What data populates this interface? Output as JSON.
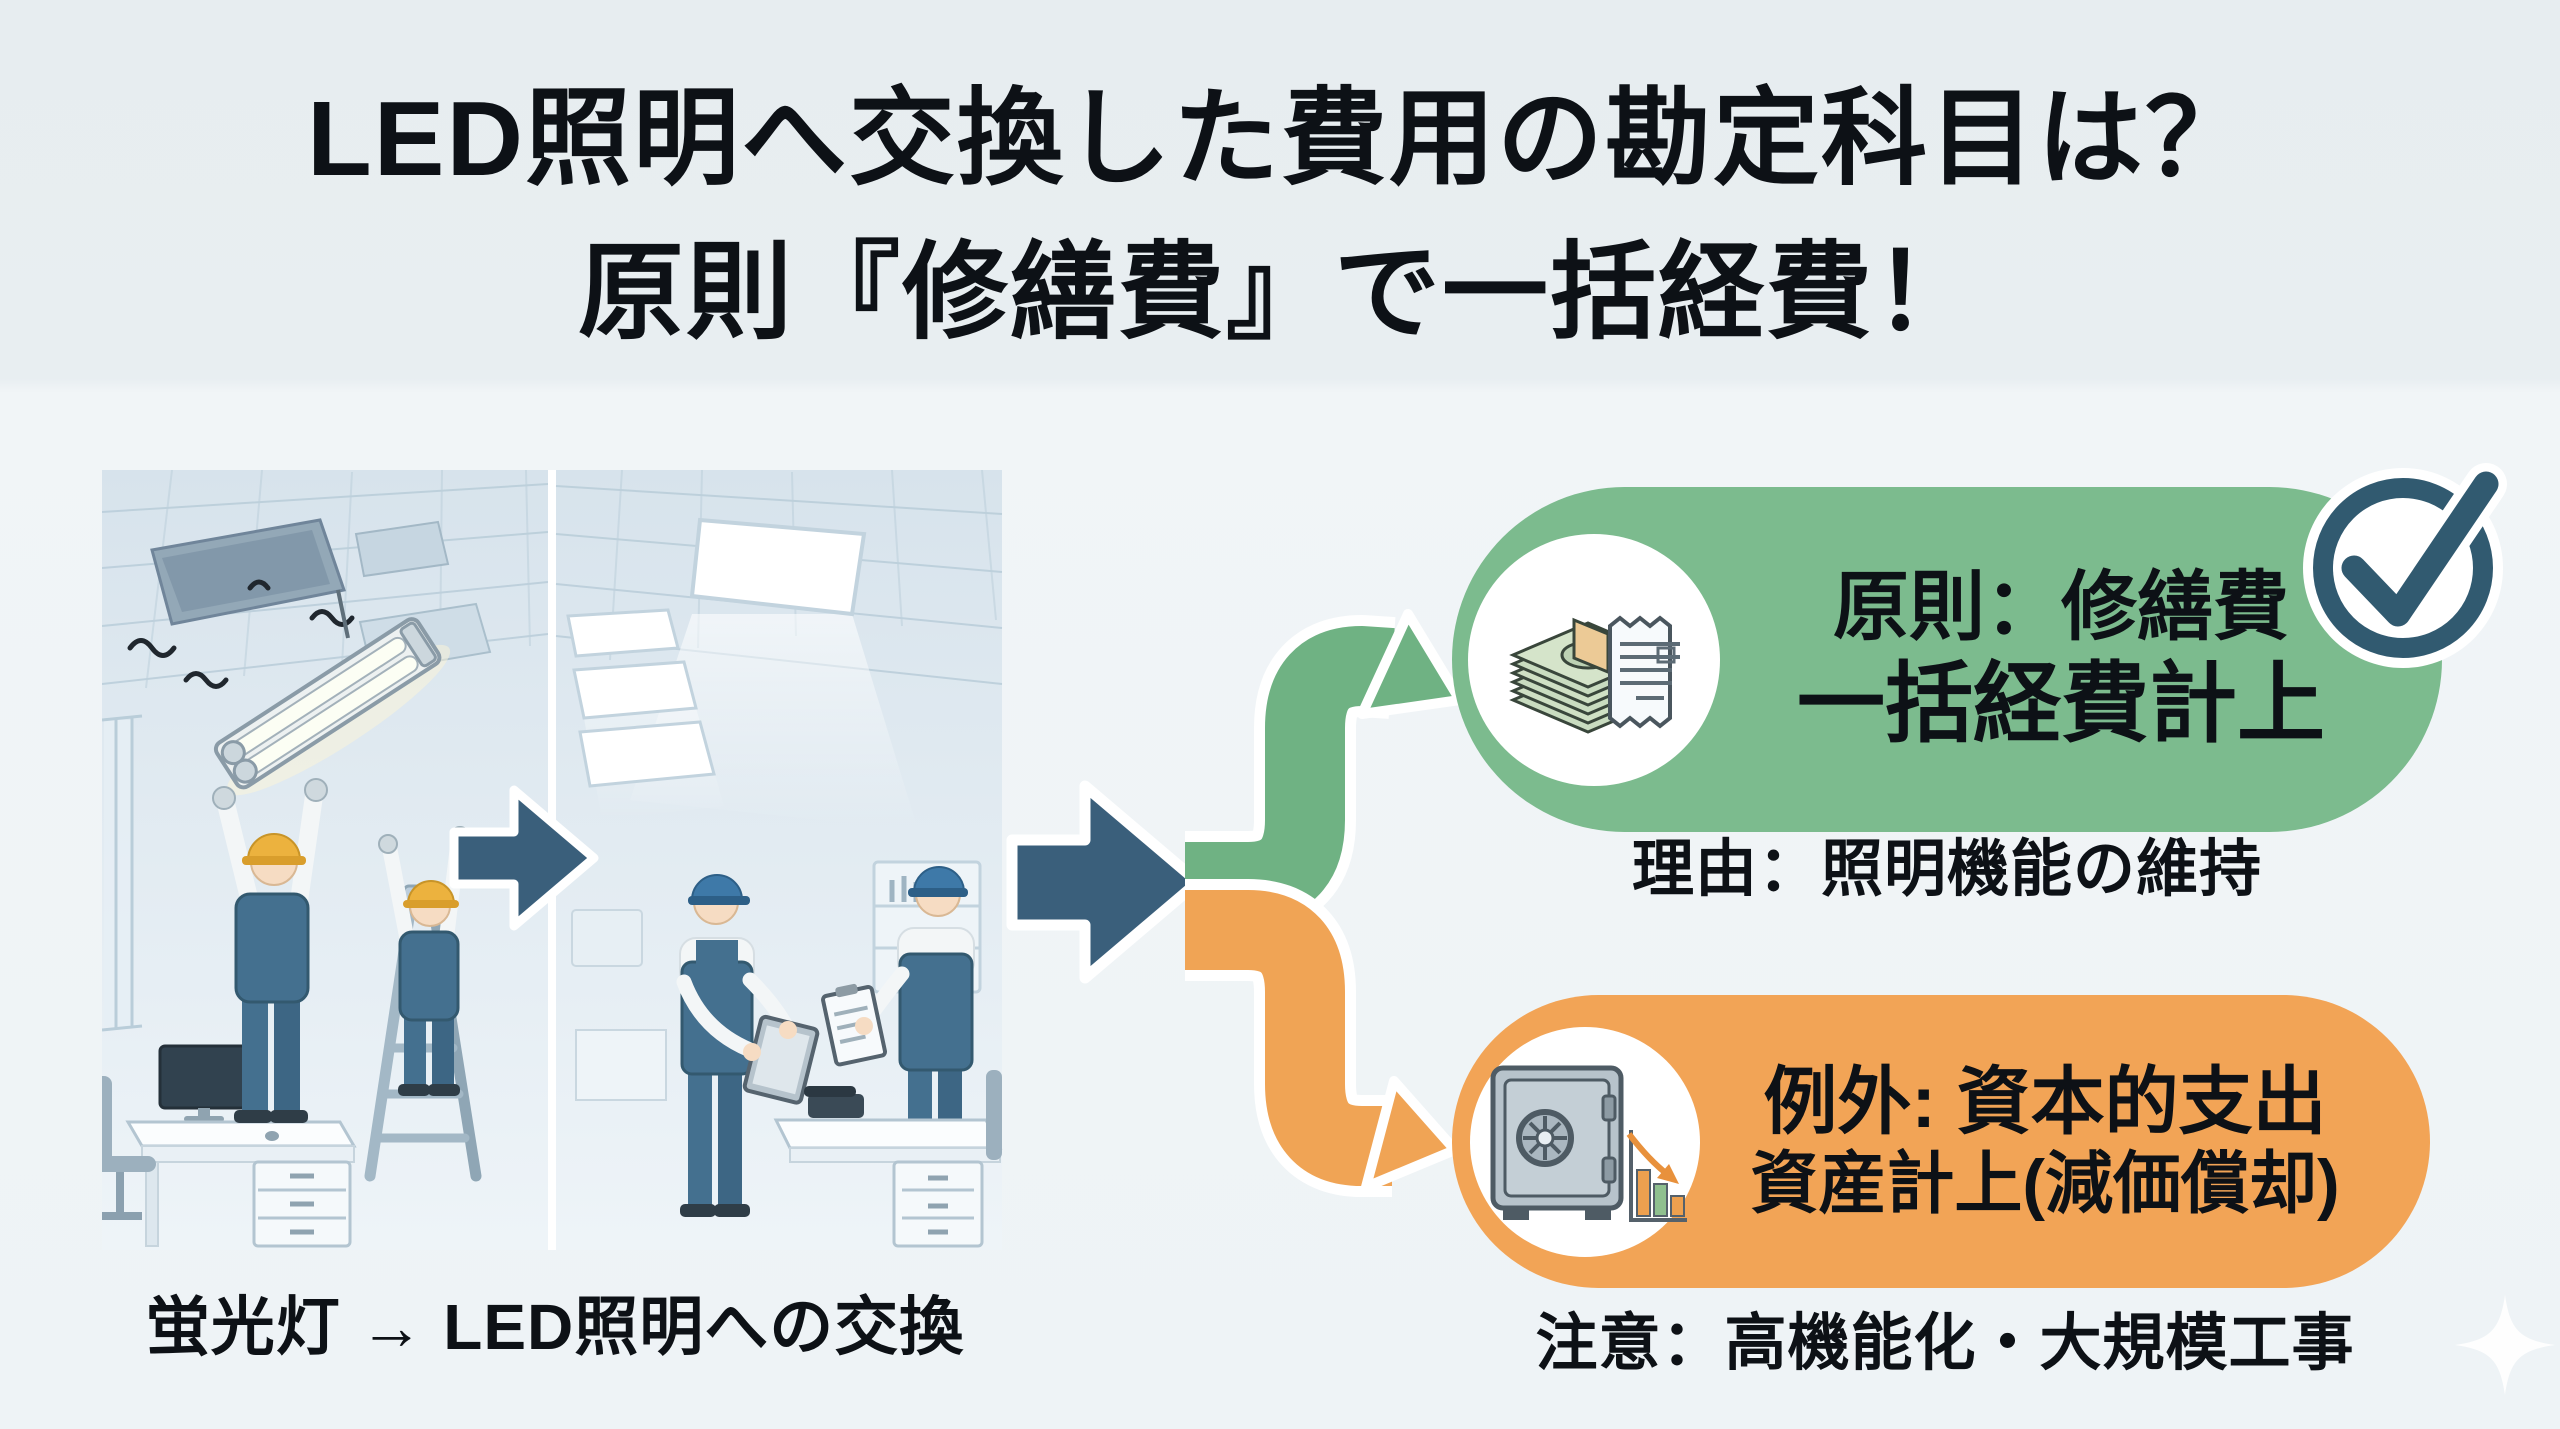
{
  "title": {
    "line1": "LED照明へ交換した費用の勘定科目は？",
    "line2": "原則『修繕費』で一括経費！"
  },
  "before_after": {
    "caption": "蛍光灯 → LED照明への交換"
  },
  "flow": {
    "principle": {
      "label_line1": "原則：修繕費",
      "label_line2": "一括経費計上",
      "reason": "理由：照明機能の維持"
    },
    "exception": {
      "label_line1": "例外: 資本的支出",
      "label_line2": "資産計上(減価償却)",
      "note": "注意：高機能化・大規模工事"
    }
  },
  "icons": {
    "principle_icon": "money-stack-receipt-icon",
    "principle_status": "check-circle-icon",
    "exception_icon": "safe-declining-chart-icon",
    "split_arrows": "green-and-orange-branch-arrows",
    "before_after_arrow": "right-arrow-icon",
    "decoration": "sparkle-icon"
  },
  "colors": {
    "principle_green": "#7cbb8e",
    "exception_orange": "#f2a456",
    "arrow_blue": "#3a5f7b",
    "check_blue": "#315a70",
    "background": "#eef3f6",
    "title_band": "#e8eef1"
  }
}
